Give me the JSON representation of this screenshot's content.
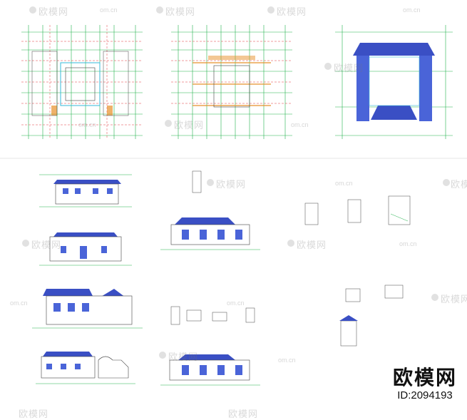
{
  "brand": {
    "name": "欧模网",
    "id_text": "ID:2094193"
  },
  "watermark": {
    "logo_text": "欧模网",
    "url_text": "om.cn"
  },
  "colors": {
    "grid_green": "#22b14c",
    "grid_red": "#e0393e",
    "roof_blue": "#3a4fc4",
    "wall_blue": "#4a64d8",
    "line_dark": "#444444",
    "cyan": "#35b8d8",
    "orange": "#e8902a"
  },
  "icons": [
    "watermark-logo-icon"
  ]
}
